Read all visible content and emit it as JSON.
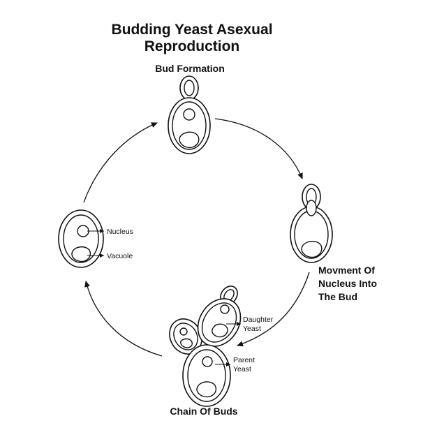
{
  "title_lines": [
    "Budding Yeast Asexual",
    "Reproduction"
  ],
  "stages": {
    "bud_formation": "Bud Formation",
    "movement_lines": [
      "Movment Of",
      "Nucleus Into",
      "The Bud"
    ],
    "chain_of_buds": "Chain Of Buds"
  },
  "labels": {
    "nucleus": "Nucleus",
    "vacuole": "Vacuole",
    "daughter_yeast": [
      "Daughter",
      "Yeast"
    ],
    "parent_yeast": [
      "Parent",
      "Yeast"
    ]
  },
  "cycle": [
    "Bud Formation",
    "Movment Of Nucleus Into The Bud",
    "Chain Of Buds",
    "Nucleus / Vacuole cell"
  ]
}
